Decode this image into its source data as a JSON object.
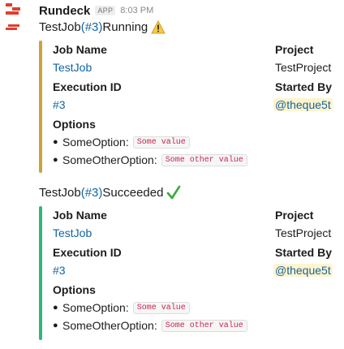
{
  "app": {
    "name": "Rundeck",
    "badge": "APP",
    "time": "8:03 PM",
    "logo_icon": "rundeck-logo-icon"
  },
  "messages": [
    {
      "prefix": "TestJob ",
      "id_link": "(#3)",
      "status": " Running",
      "status_icon": "warning-icon",
      "bar_color": "#c9a43d",
      "job_name_label": "Job Name",
      "job_name_value": "TestJob",
      "project_label": "Project",
      "project_value": "TestProject",
      "execution_id_label": "Execution ID",
      "execution_id_value": "#3",
      "started_by_label": "Started By",
      "started_by_value": "@theque5t",
      "options_label": "Options",
      "options": [
        {
          "name": "SomeOption:",
          "value": "Some value"
        },
        {
          "name": "SomeOtherOption:",
          "value": "Some other value"
        }
      ]
    },
    {
      "prefix": "TestJob ",
      "id_link": "(#3)",
      "status": " Succeeded",
      "status_icon": "green-checkmark-icon",
      "bar_color": "#2eb67d",
      "job_name_label": "Job Name",
      "job_name_value": "TestJob",
      "project_label": "Project",
      "project_value": "TestProject",
      "execution_id_label": "Execution ID",
      "execution_id_value": "#3",
      "started_by_label": "Started By",
      "started_by_value": "@theque5t",
      "options_label": "Options",
      "options": [
        {
          "name": "SomeOption:",
          "value": "Some value"
        },
        {
          "name": "SomeOtherOption:",
          "value": "Some other value"
        }
      ]
    }
  ],
  "colors": {
    "link": "#1264a3",
    "mention_bg": "#fff4cc",
    "code_text": "#c7254e"
  }
}
